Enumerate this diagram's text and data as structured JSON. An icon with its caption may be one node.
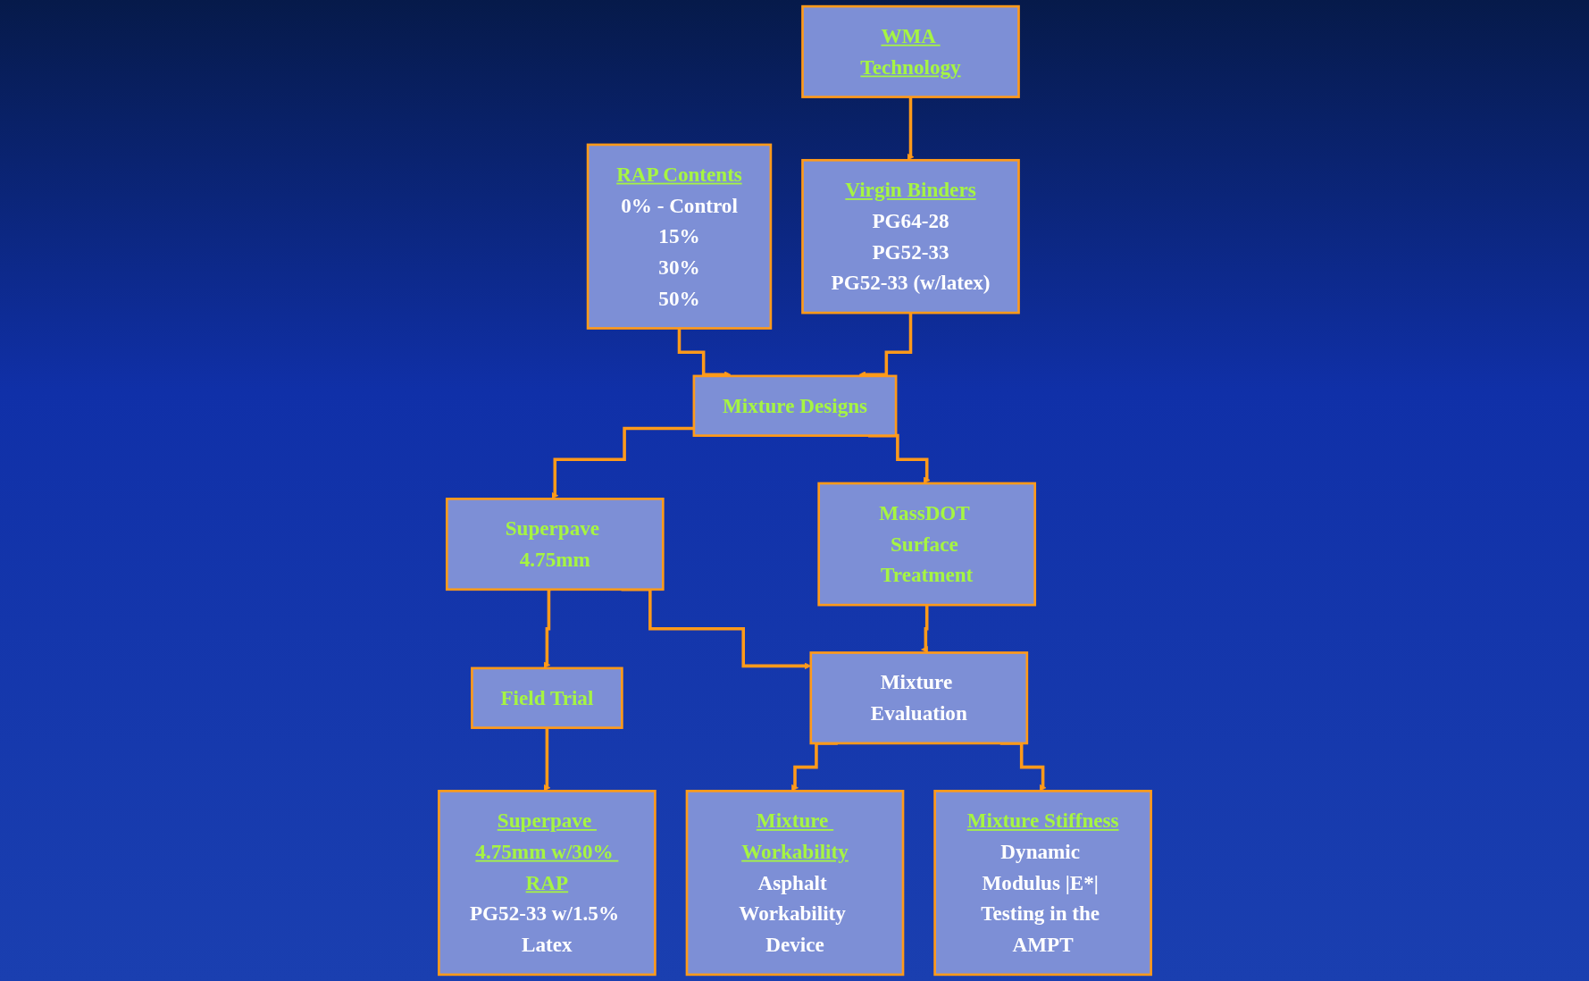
{
  "diagram": {
    "nodes": [
      {
        "text": [
          "RAP Contents",
          "0% - Control",
          "15%",
          "30%",
          "50%"
        ]
      },
      {
        "text": [
          "Mixture Designs"
        ]
      },
      {
        "text": [
          "Virgin Binders",
          "PG64-28",
          "PG52-33",
          "PG52-33 (w/latex)"
        ]
      },
      {
        "text": [
          "Superpave 4.75mm"
        ]
      },
      {
        "text": [
          "MassDOT Surface Treatment"
        ]
      },
      {
        "text": [
          "WMA Technology"
        ]
      },
      {
        "text": [
          "Field Trial"
        ]
      },
      {
        "text": [
          "Superpave 4.75mm w/30% RAP",
          "PG52-33 w/1.5% Latex"
        ]
      },
      {
        "text": [
          "Mixture Evaluation"
        ]
      },
      {
        "text": [
          "Mixture Workability",
          "Asphalt Workability Device"
        ]
      },
      {
        "text": [
          "Mixture Stiffness",
          "Dynamic Modulus |E*| Testing in the AMPT"
        ]
      }
    ],
    "edges": [
      {
        "from": 0,
        "to": 1,
        "arrow": "to"
      },
      {
        "from": 2,
        "to": 1,
        "arrow": "to"
      },
      {
        "from": 1,
        "to": 3,
        "arrow": "to"
      },
      {
        "from": 1,
        "to": 4,
        "arrow": "to"
      },
      {
        "from": 5,
        "to": 2,
        "arrow": "to"
      },
      {
        "from": 3,
        "to": 6,
        "arrow": "to"
      },
      {
        "from": 6,
        "to": 7,
        "arrow": "to"
      },
      {
        "from": 3,
        "to": 8,
        "arrow": "to"
      },
      {
        "from": 4,
        "to": 8,
        "arrow": "to"
      },
      {
        "from": 8,
        "to": 9,
        "arrow": "to"
      },
      {
        "from": 8,
        "to": 10,
        "arrow": "to"
      }
    ]
  }
}
